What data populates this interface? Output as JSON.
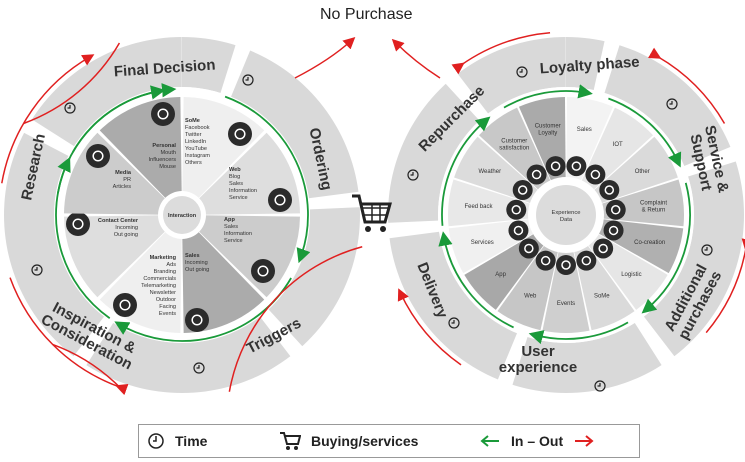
{
  "title": "No Purchase",
  "left_wheel": {
    "hub": "Interaction",
    "segments": [
      {
        "title": "SoMe",
        "items": [
          "Facebook",
          "Twitter",
          "LinkedIn",
          "YouTube",
          "Instagram",
          "Others"
        ],
        "icon": "network-icon"
      },
      {
        "title": "Web",
        "items": [
          "Blog",
          "Sales",
          "Information",
          "Service"
        ],
        "icon": "laptop-icon"
      },
      {
        "title": "App",
        "items": [
          "Sales",
          "Information",
          "Service"
        ],
        "icon": "phone-icon"
      },
      {
        "title": "Sales",
        "items": [
          "Incoming",
          "Out going"
        ],
        "icon": "salesperson-icon"
      },
      {
        "title": "Marketing",
        "items": [
          "Ads",
          "Branding",
          "Commercials",
          "Telemarketing",
          "Newsletter",
          "Outdoor",
          "Facing",
          "Events"
        ],
        "icon": "megaphone-icon"
      },
      {
        "title": "Contact Center",
        "items": [
          "Incoming",
          "Out going"
        ],
        "icon": "headset-icon"
      },
      {
        "title": "Media",
        "items": [
          "PR",
          "Articles"
        ],
        "icon": "microphone-icon"
      },
      {
        "title": "Personal",
        "items": [
          "Mouth",
          "Influencers",
          "Mouse"
        ],
        "icon": "people-icon"
      }
    ],
    "phases": [
      [
        "Final Decision"
      ],
      [
        "Ordering"
      ],
      [
        "Triggers"
      ],
      [
        "Inspiration &",
        "Consideration"
      ],
      [
        "Research"
      ]
    ]
  },
  "right_wheel": {
    "hub": [
      "Experience",
      "Data"
    ],
    "segments": [
      {
        "label": [
          "Sales"
        ],
        "icon": "basket-icon"
      },
      {
        "label": [
          "IOT"
        ],
        "icon": "iot-icon"
      },
      {
        "label": [
          "Other"
        ],
        "icon": "question-icon"
      },
      {
        "label": [
          "Complaint",
          "& Return"
        ],
        "icon": "exclamation-icon"
      },
      {
        "label": [
          "Co-creation"
        ],
        "icon": "group-icon"
      },
      {
        "label": [
          "Logistic"
        ],
        "icon": "truck-icon"
      },
      {
        "label": [
          "SoMe"
        ],
        "icon": "network-icon"
      },
      {
        "label": [
          "Events"
        ],
        "icon": "calendar-icon"
      },
      {
        "label": [
          "Web"
        ],
        "icon": "laptop-icon"
      },
      {
        "label": [
          "App"
        ],
        "icon": "phone-icon"
      },
      {
        "label": [
          "Services"
        ],
        "icon": "person-icon"
      },
      {
        "label": [
          "Feed back"
        ],
        "icon": "chat-icon"
      },
      {
        "label": [
          "Weather"
        ],
        "icon": "weather-icon"
      },
      {
        "label": [
          "Customer",
          "satisfaction"
        ],
        "icon": "check-icon"
      },
      {
        "label": [
          "Customer",
          "Loyalty"
        ],
        "icon": "star-icon"
      }
    ],
    "phases": [
      [
        "Loyalty phase"
      ],
      [
        "Service &",
        "Support"
      ],
      [
        "Additional",
        "purchases"
      ],
      [
        "User",
        "experience"
      ],
      [
        "Delivery"
      ],
      [
        "Repurchase"
      ]
    ]
  },
  "legend": {
    "time": "Time",
    "buying": "Buying/services",
    "flow": "In – Out"
  },
  "colors": {
    "green": "#1a9a3a",
    "red": "#e02020",
    "ring": "#d9d9d9",
    "dark": "#333333"
  }
}
